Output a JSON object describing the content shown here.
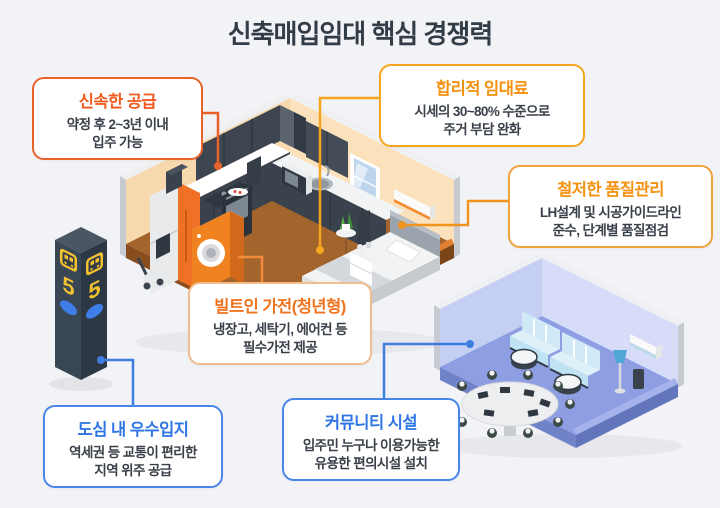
{
  "title": "신축매입임대 핵심 경쟁력",
  "callouts": {
    "supply": {
      "title": "신속한 공급",
      "line1": "약정 후 2~3년 이내",
      "line2": "입주 가능"
    },
    "rent": {
      "title": "합리적 임대료",
      "line1": "시세의 30~80% 수준으로",
      "line2": "주거 부담 완화"
    },
    "quality": {
      "title": "철저한 품질관리",
      "line1": "LH설계 및 시공가이드라인",
      "line2": "준수, 단계별 품질점검"
    },
    "appliance": {
      "title": "빌트인 가전(청년형)",
      "line1": "냉장고, 세탁기, 에어컨 등",
      "line2": "필수가전 제공"
    },
    "location": {
      "title": "도심 내 우수입지",
      "line1": "역세권 등 교통이 편리한",
      "line2": "지역 위주 공급"
    },
    "community": {
      "title": "커뮤니티 시설",
      "line1": "입주민 누구나 이용가능한",
      "line2": "유용한 편의시설 설치"
    }
  },
  "bus_stop": {
    "route_number": "5",
    "icon": "bus-icon"
  },
  "colors": {
    "background": "#F2F3F6",
    "title_navy": "#333D48",
    "orange_accent": "#F05A1E",
    "amber_accent": "#F6A61E",
    "blue_accent": "#3E7DE2",
    "room_wall": "#F8D9AE",
    "room_floor": "#A4652C",
    "community_wall": "#C5CEF3",
    "community_floor": "#8E9EE3"
  }
}
